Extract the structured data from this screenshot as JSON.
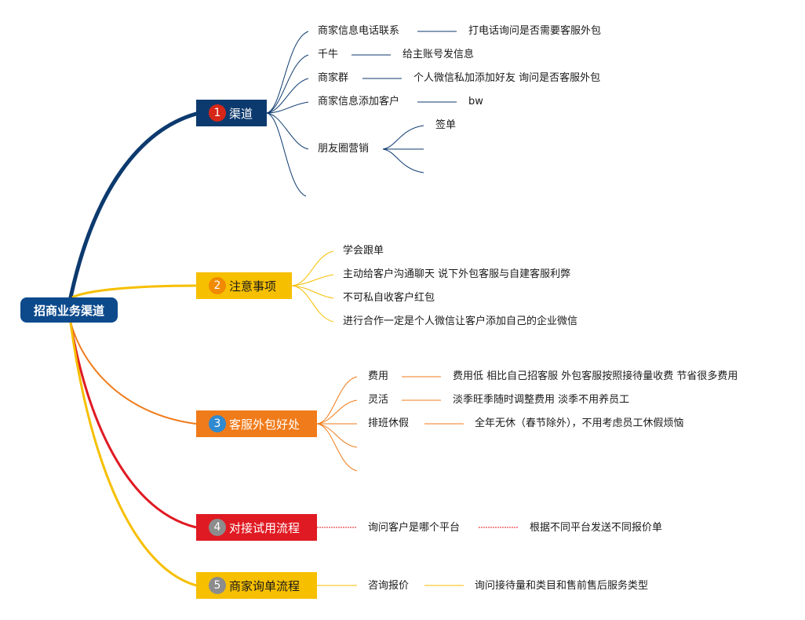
{
  "root": "招商业务渠道",
  "branches": [
    {
      "num": "1",
      "label": "渠道",
      "color": "#0d3a6e",
      "num_color": "#d62718"
    },
    {
      "num": "2",
      "label": "注意事项",
      "color": "#f6bf00",
      "num_color": "#f08a00"
    },
    {
      "num": "3",
      "label": "客服外包好处",
      "color": "#f07b1a",
      "num_color": "#2f8ad0"
    },
    {
      "num": "4",
      "label": "对接试用流程",
      "color": "#e01a22",
      "num_color": "#8c8c8c"
    },
    {
      "num": "5",
      "label": "商家询单流程",
      "color": "#f6bf00",
      "num_color": "#8c8c8c"
    }
  ],
  "channels": {
    "items": [
      {
        "label": "商家信息电话联系",
        "detail": "打电话询问是否需要客服外包"
      },
      {
        "label": "千牛",
        "detail": "给主账号发信息"
      },
      {
        "label": "商家群",
        "detail": "个人微信私加添加好友 询问是否客服外包"
      },
      {
        "label": "商家信息添加客户",
        "detail": "bw"
      },
      {
        "label": "朋友圈营销",
        "sub": [
          "签单"
        ]
      }
    ]
  },
  "notes": {
    "items": [
      "学会跟单",
      "主动给客户沟通聊天 说下外包客服与自建客服利弊",
      "不可私自收客户红包",
      "进行合作一定是个人微信让客户添加自己的企业微信"
    ]
  },
  "benefits": {
    "items": [
      {
        "label": "费用",
        "detail": "费用低 相比自己招客服 外包客服按照接待量收费 节省很多费用"
      },
      {
        "label": "灵活",
        "detail": "淡季旺季随时调整费用 淡季不用养员工"
      },
      {
        "label": "排班休假",
        "detail": "全年无休（春节除外），不用考虑员工休假烦恼"
      }
    ]
  },
  "trial": {
    "label": "询问客户是哪个平台",
    "detail": "根据不同平台发送不同报价单"
  },
  "inquiry": {
    "label": "咨询报价",
    "detail": "询问接待量和类目和售前售后服务类型"
  }
}
